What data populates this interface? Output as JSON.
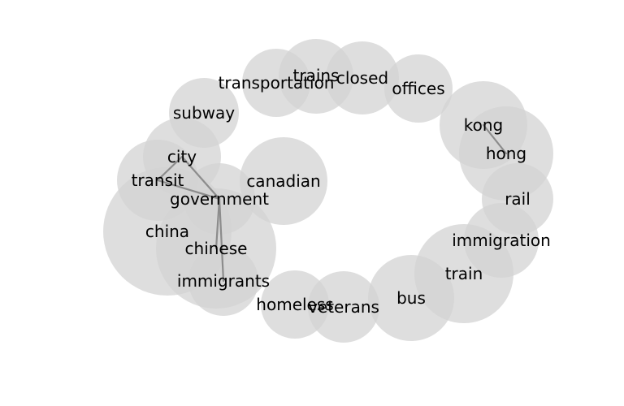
{
  "diagram": {
    "type": "word-bubble-network",
    "bubble_color": "#d3d3d3",
    "edge_color": "#8c8c8c",
    "text_color": "#000000",
    "words": [
      "transportation",
      "trains",
      "closed",
      "offices",
      "subway",
      "kong",
      "hong",
      "city",
      "transit",
      "canadian",
      "government",
      "rail",
      "china",
      "immigration",
      "chinese",
      "train",
      "immigrants",
      "bus",
      "homeless",
      "veterans"
    ],
    "edges": [
      [
        "kong",
        "hong"
      ],
      [
        "city",
        "transit"
      ],
      [
        "city",
        "government"
      ],
      [
        "transit",
        "government"
      ],
      [
        "government",
        "chinese"
      ],
      [
        "government",
        "immigrants"
      ]
    ]
  }
}
